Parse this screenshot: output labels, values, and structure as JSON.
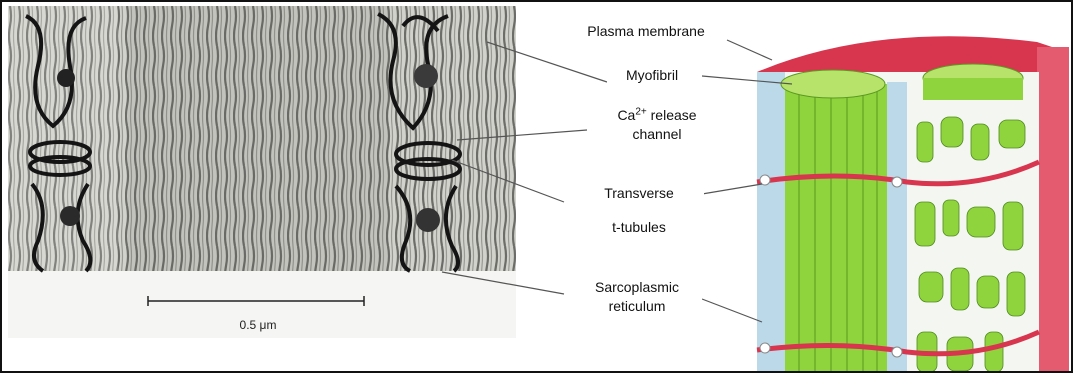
{
  "figure": {
    "scale_bar": {
      "label": "0.5 μm"
    },
    "labels": {
      "plasma_membrane": "Plasma membrane",
      "myofibril": "Myofibril",
      "ca_prefix": "Ca",
      "ca_sup": "2+",
      "ca_rest": " release",
      "ca_line2": "channel",
      "transverse": "Transverse",
      "t_tubules": "t-tubules",
      "sarco_line1": "Sarcoplasmic",
      "sarco_line2": "reticulum"
    },
    "colors": {
      "membrane_red": "#d8354f",
      "myofibril_green": "#8fd43c",
      "reticulum_blue": "#bcd9ea",
      "micrograph_bg": "#d9d9d4"
    }
  }
}
